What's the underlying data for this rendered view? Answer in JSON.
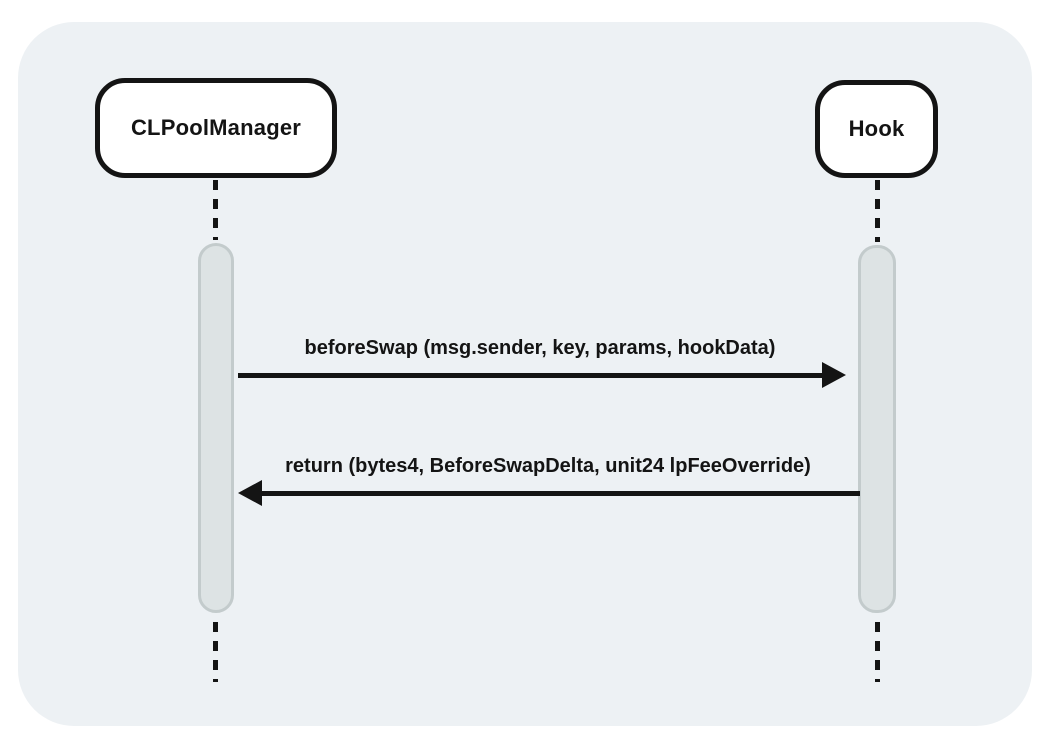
{
  "diagram": {
    "type": "sequence",
    "actors": [
      {
        "id": "clpoolmanager",
        "label": "CLPoolManager"
      },
      {
        "id": "hook",
        "label": "Hook"
      }
    ],
    "messages": [
      {
        "from": "CLPoolManager",
        "to": "Hook",
        "direction": "right",
        "label": "beforeSwap (msg.sender, key, params, hookData)"
      },
      {
        "from": "Hook",
        "to": "CLPoolManager",
        "direction": "left",
        "label": "return (bytes4, BeforeSwapDelta, unit24 lpFeeOverride)"
      }
    ],
    "colors": {
      "canvas_bg": "#ffffff",
      "card_bg": "#edf1f4",
      "actor_fill": "#ffffff",
      "actor_border": "#141414",
      "activation_fill": "#dde3e4",
      "activation_border": "#c3cbcc",
      "line_color": "#141414",
      "text_color": "#141414"
    }
  }
}
